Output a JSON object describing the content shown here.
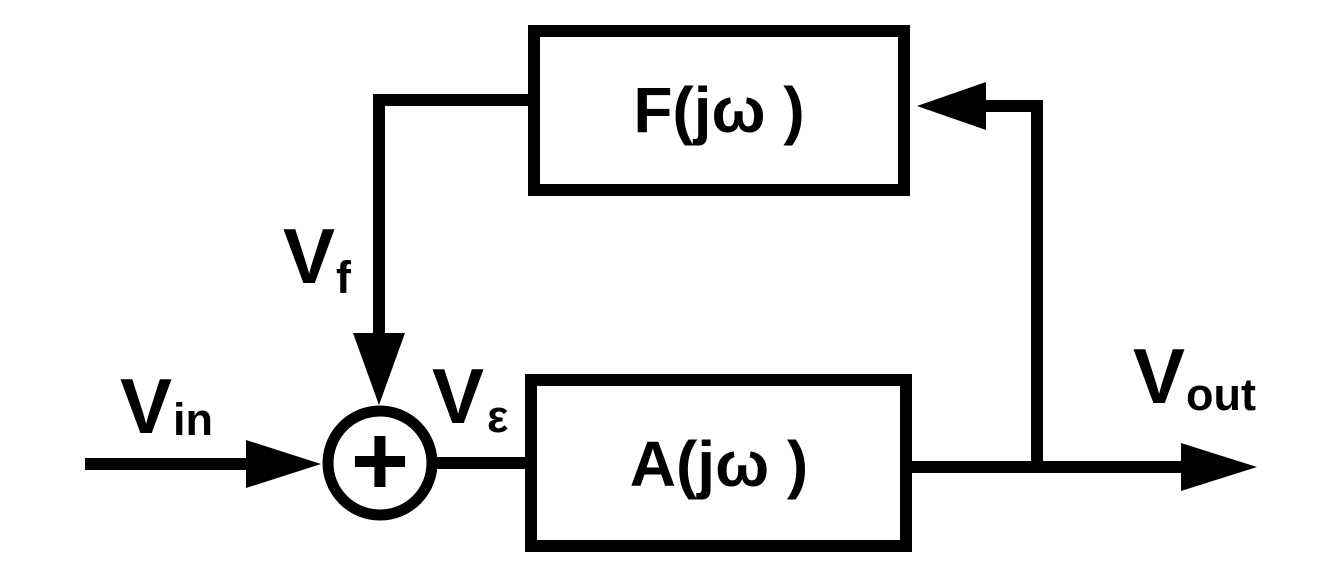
{
  "diagram": {
    "type": "feedback-control-loop-block-diagram",
    "colors": {
      "ink": "#000000",
      "paper": "#ffffff"
    },
    "blocks": {
      "feedback_block": {
        "label": "F(jω )"
      },
      "forward_block": {
        "label": "A(jω )"
      }
    },
    "summing_junction": {
      "operator": "+"
    },
    "signal_labels": {
      "input": {
        "base": "V",
        "subscript": "in"
      },
      "feedback": {
        "base": "V",
        "subscript": "f"
      },
      "error": {
        "base": "V",
        "subscript": "ε"
      },
      "output": {
        "base": "V",
        "subscript": "out"
      }
    }
  }
}
